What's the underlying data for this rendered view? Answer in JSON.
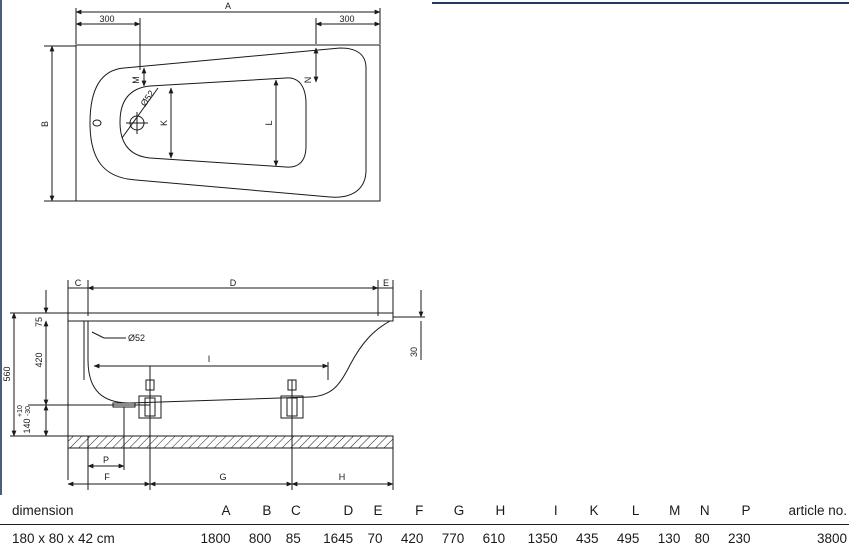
{
  "plan_view": {
    "dim_A": "A",
    "dim_300_left": "300",
    "dim_300_right": "300",
    "dim_B": "B",
    "dim_M": "M",
    "dim_N": "N",
    "dim_K": "K",
    "dim_L": "L",
    "drain_diameter": "Ø52"
  },
  "side_view": {
    "dim_C": "C",
    "dim_D": "D",
    "dim_E": "E",
    "dim_I": "I",
    "dim_F": "F",
    "dim_P": "P",
    "dim_G": "G",
    "dim_H": "H",
    "overflow_diameter": "Ø52",
    "dim_560": "560",
    "dim_420": "420",
    "dim_75": "75",
    "dim_30": "30",
    "dim_140": "140",
    "dim_plus10": "+10",
    "dim_minus30": "-30"
  },
  "spec_table": {
    "headers": [
      "dimension",
      "A",
      "B",
      "C",
      "D",
      "E",
      "F",
      "G",
      "H",
      "I",
      "K",
      "L",
      "M",
      "N",
      "P",
      "article no."
    ],
    "row": [
      "180 x 80 x 42 cm",
      "1800",
      "800",
      "85",
      "1645",
      "70",
      "420",
      "770",
      "610",
      "1350",
      "435",
      "495",
      "130",
      "80",
      "230",
      "3800"
    ]
  },
  "colors": {
    "line": "#1a1a1a",
    "accent_bar": "#1f3a5c"
  }
}
